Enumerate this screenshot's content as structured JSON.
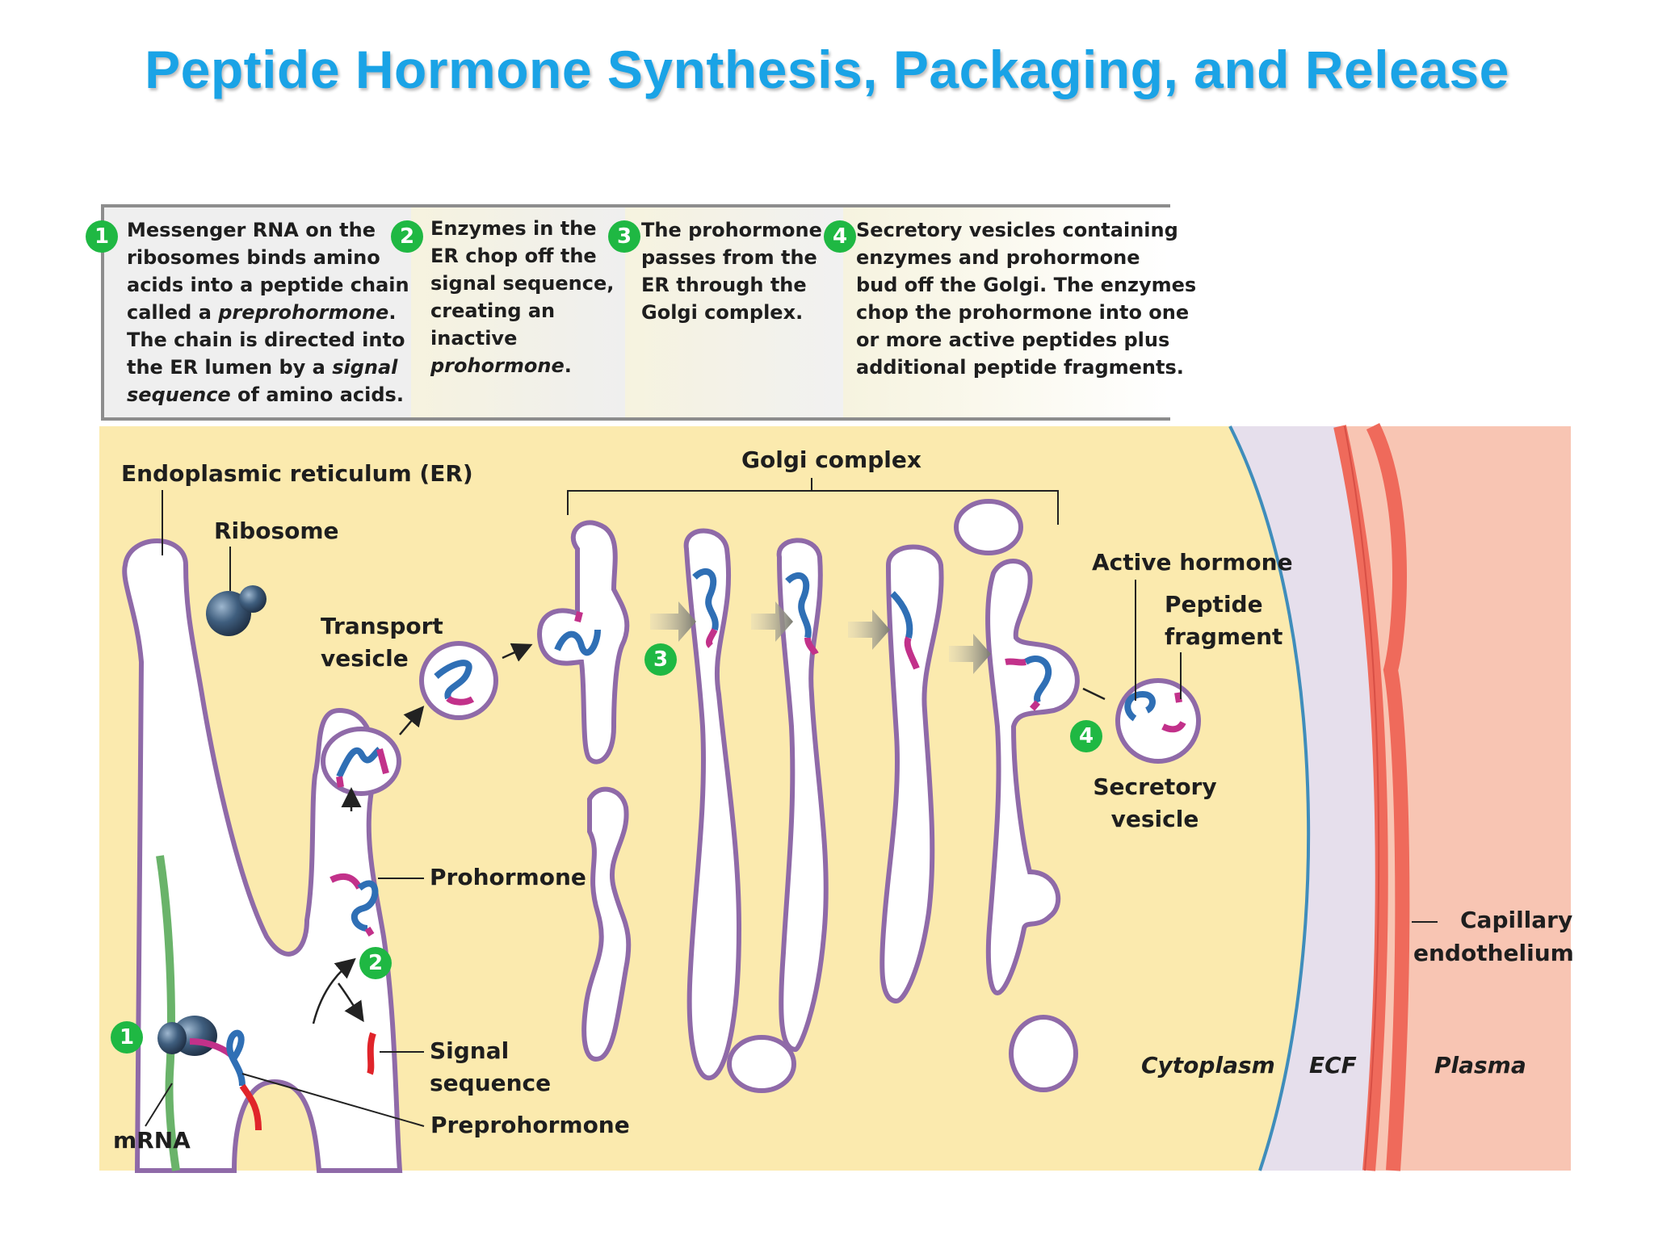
{
  "title": "Peptide Hormone Synthesis, Packaging, and Release",
  "steps": [
    {
      "number": "1",
      "lines": [
        "Messenger RNA on the",
        "ribosomes binds amino",
        "acids into a peptide chain",
        "called a ",
        "preprohormone",
        ".",
        "The chain is directed into",
        "the ER lumen by a ",
        "signal",
        "sequence",
        " of amino acids."
      ]
    },
    {
      "number": "2",
      "lines": [
        "Enzymes in the",
        "ER chop off the",
        "signal sequence,",
        "creating an",
        "inactive",
        "prohormone",
        "."
      ]
    },
    {
      "number": "3",
      "lines": [
        "The prohormone",
        "passes from the",
        "ER through the",
        "Golgi complex."
      ]
    },
    {
      "number": "4",
      "lines": [
        "Secretory vesicles containing",
        "enzymes and prohormone",
        "bud off the Golgi. The enzymes",
        "chop the prohormone into one",
        "or more active peptides plus",
        "additional peptide fragments."
      ]
    }
  ],
  "labels": {
    "er": "Endoplasmic reticulum (ER)",
    "ribosome": "Ribosome",
    "transport_vesicle_1": "Transport",
    "transport_vesicle_2": "vesicle",
    "golgi": "Golgi complex",
    "active_hormone": "Active hormone",
    "peptide_fragment_1": "Peptide",
    "peptide_fragment_2": "fragment",
    "secretory_vesicle_1": "Secretory",
    "secretory_vesicle_2": "vesicle",
    "prohormone": "Prohormone",
    "signal_sequence_1": "Signal",
    "signal_sequence_2": "sequence",
    "preprohormone": "Preprohormone",
    "mrna": "mRNA",
    "capillary_1": "Capillary",
    "capillary_2": "endothelium",
    "cytoplasm": "Cytoplasm",
    "ecf": "ECF",
    "plasma": "Plasma"
  },
  "diagram_badges": [
    "1",
    "2",
    "3",
    "4"
  ],
  "colors": {
    "title": "#1aa3e6",
    "badge": "#1fb843",
    "cytoplasm": "#fbeaae",
    "ecf": "#e6dfec",
    "plasma": "#f8c5b3",
    "membrane": "#8f6aa8",
    "peptide_blue": "#2f6fb5",
    "peptide_magenta": "#c2318a",
    "signal_red": "#e0242a",
    "mrna": "#6ab36a",
    "capillary": "#ef6a5b"
  }
}
